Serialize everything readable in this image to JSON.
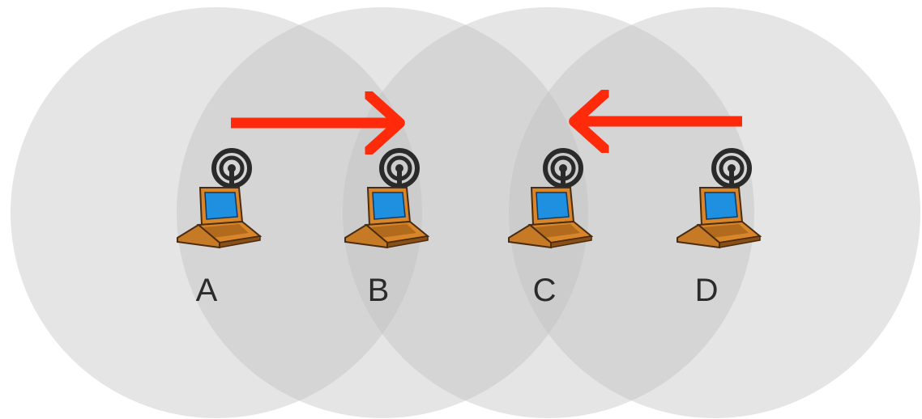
{
  "nodes": [
    {
      "id": "a",
      "label": "A"
    },
    {
      "id": "b",
      "label": "B"
    },
    {
      "id": "c",
      "label": "C"
    },
    {
      "id": "d",
      "label": "D"
    }
  ],
  "arrows": [
    {
      "from": "A",
      "to": "B"
    },
    {
      "from": "D",
      "to": "C"
    }
  ],
  "colors": {
    "range_circle": "#cfcfcf",
    "arrow": "#ff2a0a",
    "laptop_body": "#d9862a",
    "laptop_screen": "#1f8fe0",
    "antenna": "#2a2a2a"
  },
  "icons": [
    "antenna-icon",
    "laptop-icon"
  ]
}
